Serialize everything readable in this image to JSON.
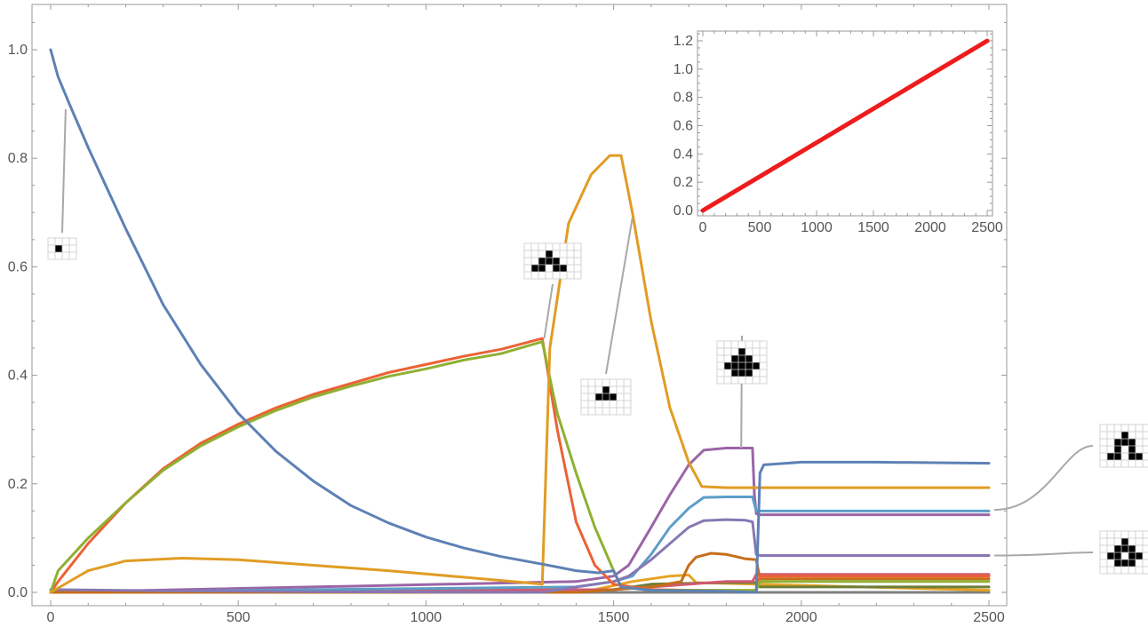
{
  "chart_data": [
    {
      "type": "line",
      "title": "",
      "xlabel": "",
      "ylabel": "",
      "xlim": [
        0,
        2500
      ],
      "ylim": [
        0,
        1.05
      ],
      "x_ticks": [
        "0",
        "500",
        "1000",
        "1500",
        "2000",
        "2500"
      ],
      "y_ticks": [
        "0.0",
        "0.2",
        "0.4",
        "0.6",
        "0.8",
        "1.0"
      ],
      "grid": false,
      "legend": "none",
      "series": [
        {
          "color": "#5E81B5",
          "points": [
            [
              0,
              1.0
            ],
            [
              20,
              0.95
            ],
            [
              50,
              0.9
            ],
            [
              100,
              0.82
            ],
            [
              200,
              0.67
            ],
            [
              300,
              0.53
            ],
            [
              400,
              0.42
            ],
            [
              500,
              0.33
            ],
            [
              600,
              0.26
            ],
            [
              700,
              0.205
            ],
            [
              800,
              0.16
            ],
            [
              900,
              0.128
            ],
            [
              1000,
              0.102
            ],
            [
              1100,
              0.082
            ],
            [
              1200,
              0.066
            ],
            [
              1310,
              0.052
            ],
            [
              1400,
              0.04
            ],
            [
              1460,
              0.036
            ],
            [
              1500,
              0.04
            ],
            [
              1520,
              0.01
            ],
            [
              1600,
              0.004
            ],
            [
              1800,
              0.002
            ],
            [
              1880,
              0.0
            ],
            [
              1890,
              0.22
            ],
            [
              1900,
              0.235
            ],
            [
              2000,
              0.24
            ],
            [
              2200,
              0.24
            ],
            [
              2500,
              0.238
            ]
          ]
        },
        {
          "color": "#E19C24",
          "points": [
            [
              0,
              0.0
            ],
            [
              100,
              0.04
            ],
            [
              200,
              0.058
            ],
            [
              350,
              0.063
            ],
            [
              500,
              0.06
            ],
            [
              700,
              0.05
            ],
            [
              900,
              0.04
            ],
            [
              1100,
              0.028
            ],
            [
              1310,
              0.015
            ],
            [
              1330,
              0.45
            ],
            [
              1380,
              0.68
            ],
            [
              1440,
              0.77
            ],
            [
              1490,
              0.805
            ],
            [
              1520,
              0.805
            ],
            [
              1550,
              0.7
            ],
            [
              1600,
              0.5
            ],
            [
              1650,
              0.34
            ],
            [
              1700,
              0.24
            ],
            [
              1735,
              0.195
            ],
            [
              1800,
              0.193
            ],
            [
              2000,
              0.193
            ],
            [
              2500,
              0.193
            ]
          ]
        },
        {
          "color": "#8FB032",
          "points": [
            [
              0,
              0.0
            ],
            [
              20,
              0.04
            ],
            [
              100,
              0.1
            ],
            [
              200,
              0.165
            ],
            [
              300,
              0.225
            ],
            [
              400,
              0.27
            ],
            [
              500,
              0.305
            ],
            [
              600,
              0.335
            ],
            [
              700,
              0.36
            ],
            [
              800,
              0.38
            ],
            [
              900,
              0.398
            ],
            [
              1000,
              0.412
            ],
            [
              1100,
              0.428
            ],
            [
              1200,
              0.44
            ],
            [
              1310,
              0.462
            ],
            [
              1350,
              0.33
            ],
            [
              1400,
              0.22
            ],
            [
              1450,
              0.12
            ],
            [
              1500,
              0.04
            ],
            [
              1520,
              0.01
            ],
            [
              1600,
              0.004
            ],
            [
              1800,
              0.004
            ],
            [
              1880,
              0.004
            ],
            [
              1890,
              0.02
            ],
            [
              2500,
              0.02
            ]
          ]
        },
        {
          "color": "#EB6235",
          "points": [
            [
              0,
              0.0
            ],
            [
              20,
              0.02
            ],
            [
              100,
              0.09
            ],
            [
              200,
              0.165
            ],
            [
              300,
              0.228
            ],
            [
              400,
              0.275
            ],
            [
              500,
              0.31
            ],
            [
              600,
              0.34
            ],
            [
              700,
              0.365
            ],
            [
              800,
              0.385
            ],
            [
              900,
              0.405
            ],
            [
              1000,
              0.42
            ],
            [
              1100,
              0.435
            ],
            [
              1200,
              0.448
            ],
            [
              1310,
              0.468
            ],
            [
              1350,
              0.3
            ],
            [
              1400,
              0.13
            ],
            [
              1450,
              0.05
            ],
            [
              1500,
              0.015
            ],
            [
              1600,
              0.005
            ],
            [
              1800,
              0.003
            ],
            [
              1880,
              0.002
            ],
            [
              1890,
              0.03
            ],
            [
              2500,
              0.03
            ]
          ]
        },
        {
          "color": "#8778B3",
          "points": [
            [
              0,
              0.005
            ],
            [
              300,
              0.003
            ],
            [
              800,
              0.001
            ],
            [
              1310,
              0.0
            ],
            [
              1400,
              0.01
            ],
            [
              1500,
              0.02
            ],
            [
              1540,
              0.03
            ],
            [
              1600,
              0.06
            ],
            [
              1650,
              0.09
            ],
            [
              1700,
              0.12
            ],
            [
              1740,
              0.132
            ],
            [
              1800,
              0.134
            ],
            [
              1850,
              0.133
            ],
            [
              1870,
              0.13
            ],
            [
              1880,
              0.07
            ],
            [
              1890,
              0.068
            ],
            [
              2500,
              0.068
            ]
          ]
        },
        {
          "color": "#C56E1A",
          "points": [
            [
              0,
              0.0
            ],
            [
              1400,
              0.0
            ],
            [
              1600,
              0.01
            ],
            [
              1680,
              0.02
            ],
            [
              1700,
              0.05
            ],
            [
              1720,
              0.065
            ],
            [
              1760,
              0.072
            ],
            [
              1800,
              0.07
            ],
            [
              1850,
              0.062
            ],
            [
              1880,
              0.06
            ],
            [
              1890,
              0.025
            ],
            [
              2500,
              0.025
            ]
          ]
        },
        {
          "color": "#5D9EC7",
          "points": [
            [
              0,
              0.0
            ],
            [
              1400,
              0.01
            ],
            [
              1500,
              0.02
            ],
            [
              1550,
              0.03
            ],
            [
              1600,
              0.07
            ],
            [
              1650,
              0.12
            ],
            [
              1700,
              0.155
            ],
            [
              1740,
              0.175
            ],
            [
              1800,
              0.176
            ],
            [
              1870,
              0.176
            ],
            [
              1880,
              0.15
            ],
            [
              1890,
              0.15
            ],
            [
              2500,
              0.15
            ]
          ]
        },
        {
          "color": "#9B65A7",
          "points": [
            [
              0,
              0.0
            ],
            [
              1400,
              0.02
            ],
            [
              1500,
              0.03
            ],
            [
              1540,
              0.05
            ],
            [
              1600,
              0.12
            ],
            [
              1650,
              0.18
            ],
            [
              1700,
              0.235
            ],
            [
              1740,
              0.262
            ],
            [
              1800,
              0.266
            ],
            [
              1870,
              0.266
            ],
            [
              1875,
              0.18
            ],
            [
              1880,
              0.145
            ],
            [
              1890,
              0.143
            ],
            [
              2500,
              0.143
            ]
          ]
        },
        {
          "color": "#D25A72",
          "points": [
            [
              0,
              0.0
            ],
            [
              1500,
              0.005
            ],
            [
              1600,
              0.01
            ],
            [
              1800,
              0.02
            ],
            [
              1870,
              0.02
            ],
            [
              1880,
              0.033
            ],
            [
              2500,
              0.033
            ]
          ]
        },
        {
          "color": "#6C7D38",
          "points": [
            [
              0,
              0.0
            ],
            [
              1500,
              0.005
            ],
            [
              1600,
              0.015
            ],
            [
              1800,
              0.018
            ],
            [
              1880,
              0.018
            ],
            [
              1890,
              0.01
            ],
            [
              2500,
              0.01
            ]
          ]
        },
        {
          "color": "#E6A323",
          "points": [
            [
              0,
              0.0
            ],
            [
              1450,
              0.005
            ],
            [
              1550,
              0.02
            ],
            [
              1650,
              0.03
            ],
            [
              1700,
              0.032
            ],
            [
              1720,
              0.018
            ],
            [
              1880,
              0.015
            ],
            [
              2500,
              0.004
            ]
          ]
        },
        {
          "color": "#7F7F7F",
          "points": [
            [
              0,
              0.0
            ],
            [
              1880,
              0.0
            ],
            [
              2500,
              0.0
            ]
          ]
        }
      ],
      "annotations": [
        {
          "target": [
            40,
            0.89
          ],
          "label_position": [
            55,
            0.645
          ]
        },
        {
          "target": [
            1315,
            0.468
          ],
          "label_position": [
            1315,
            0.6
          ]
        },
        {
          "target": [
            1550,
            0.69
          ],
          "label_position": [
            1550,
            0.39
          ]
        },
        {
          "target": [
            1840,
            0.266
          ],
          "label_position": [
            1840,
            0.42
          ]
        },
        {
          "target": [
            2500,
            0.152
          ],
          "label_position": [
            2830,
            0.265
          ]
        },
        {
          "target": [
            2500,
            0.068
          ],
          "label_position": [
            2830,
            0.075
          ]
        }
      ]
    },
    {
      "type": "line",
      "title": "",
      "xlabel": "",
      "ylabel": "",
      "xlim": [
        0,
        2500
      ],
      "ylim": [
        0,
        1.25
      ],
      "x_ticks": [
        "0",
        "500",
        "1000",
        "1500",
        "2000",
        "2500"
      ],
      "y_ticks": [
        "0.0",
        "0.2",
        "0.4",
        "0.6",
        "0.8",
        "1.0",
        "1.2"
      ],
      "grid": false,
      "legend": "none",
      "series": [
        {
          "color": "#EE1C1C",
          "points": [
            [
              0,
              0.0
            ],
            [
              2500,
              1.2
            ]
          ]
        }
      ]
    }
  ],
  "colors": {
    "axis": "#999999",
    "tick_text": "#555555",
    "connector": "#a8a8a8",
    "pixel_on": "#000000",
    "pixel_grid": "#c8c8c8"
  }
}
